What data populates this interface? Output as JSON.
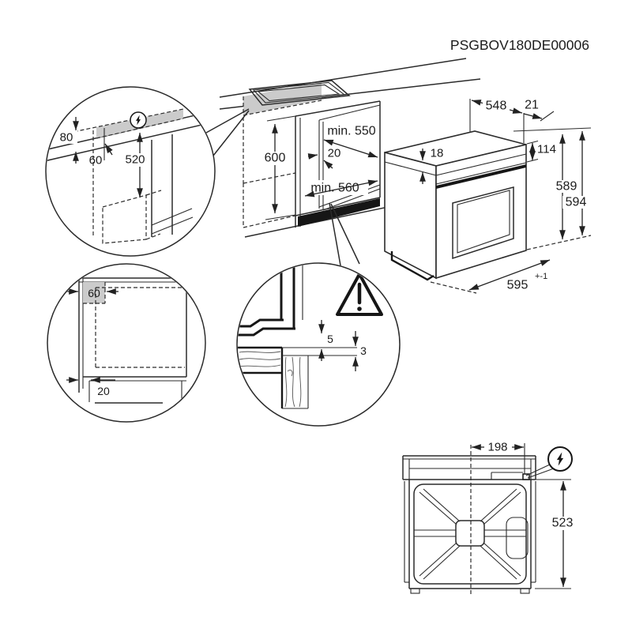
{
  "title": "PSGBOV180DE00006",
  "colors": {
    "line": "#2b2b2b",
    "shade": "#cbcbcb",
    "dark": "#161616"
  },
  "main_view": {
    "niche_height": "600",
    "niche_depth_min": "min. 550",
    "rear_gap": "20",
    "niche_width_min": "min. 560"
  },
  "oven": {
    "depth": "548",
    "rear_clearance": "21",
    "panel_height": "114",
    "top_thickness": "18",
    "height_a": "589",
    "height_b": "594",
    "front_width": "595",
    "front_width_tol": "+-1"
  },
  "detail_electrical": {
    "zone_height": "80",
    "side_offset": "60",
    "below_height": "520"
  },
  "detail_side": {
    "side_offset": "60",
    "plinth_recess": "20"
  },
  "detail_gap": {
    "frame_gap": "5",
    "panel_gap": "3"
  },
  "rear_view": {
    "connection_offset": "198",
    "connection_height": "523"
  }
}
